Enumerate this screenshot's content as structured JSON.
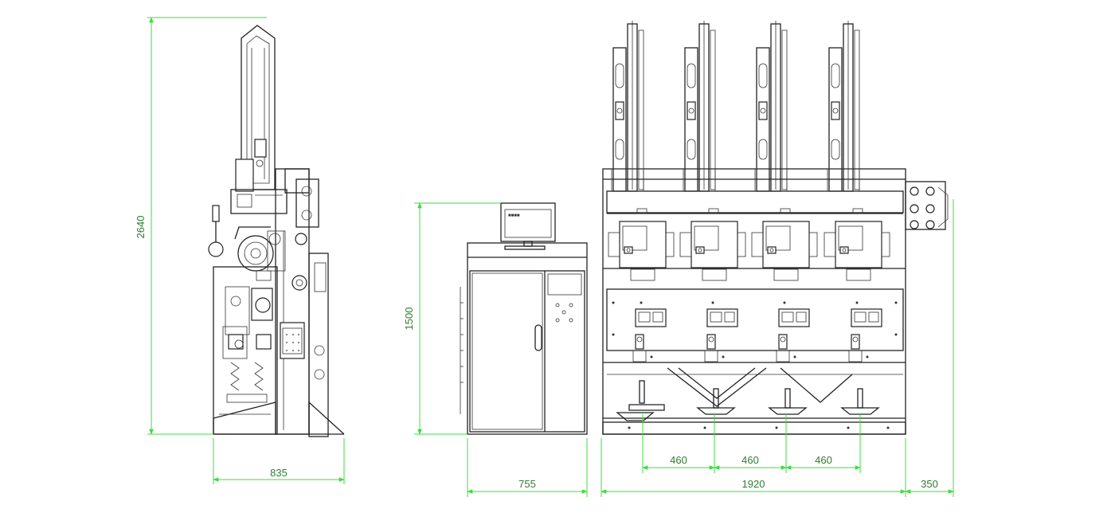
{
  "dimensions": {
    "side_height": "2640",
    "side_width": "835",
    "cabinet_height": "1500",
    "cabinet_width": "755",
    "spacing_1": "460",
    "spacing_2": "460",
    "spacing_3": "460",
    "frame_width": "1920",
    "creel_width": "350"
  },
  "screen_label": "■■■■",
  "colors": {
    "dimension_line": "#3ddc3d",
    "dimension_text": "#2e7d32",
    "machine_line": "#222222",
    "background": "#ffffff"
  }
}
